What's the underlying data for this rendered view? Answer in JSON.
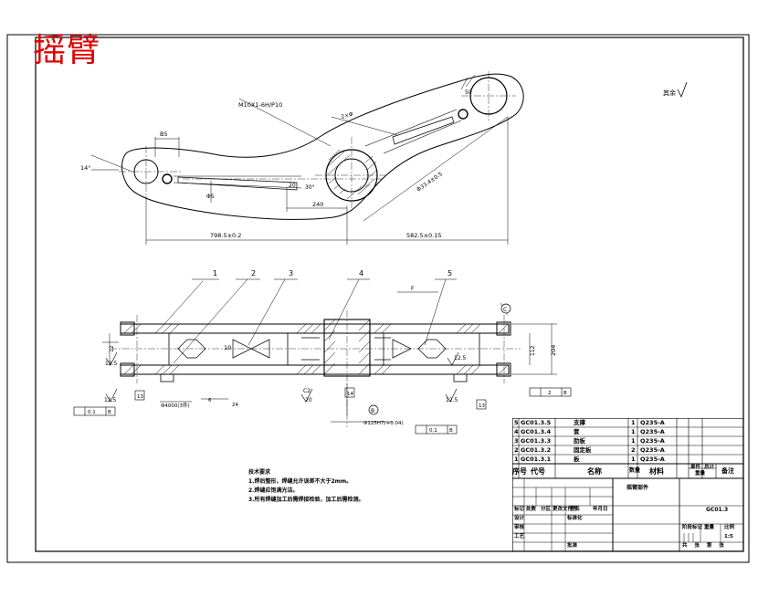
{
  "drawing_title": "摇臂",
  "roughness_symbol": "其余",
  "top_view": {
    "thread_callout": "M10X1-6H/P10",
    "angle_left": "14°",
    "dim_b5": "B5",
    "dim_phi": "Φ5",
    "dim_20": "20",
    "dim_30": "30°",
    "dim_240": "240",
    "dim_left_length": "798.5±0.2",
    "dim_right_length": "582.5±0.15",
    "dim_diag": "Φ33.4±0.5",
    "dim_right_top": "50",
    "dim_slot": "2×Φ"
  },
  "section_view": {
    "balloons": [
      "1",
      "2",
      "3",
      "4",
      "5"
    ],
    "dim_10": "10",
    "dim_12": "12",
    "dim_204": "204",
    "dim_right_inner": "112",
    "roughness_left": "12.5",
    "roughness_right": "12.5",
    "roughness_bl": "12.5",
    "roughness_br": "12.5",
    "roughness_c": "C2",
    "tol_left": "0.1",
    "tol_left_datum": "B",
    "tol_bottom_center": "0.1",
    "tol_bottom_datum": "B",
    "tol_right": "2",
    "tol_right_datum": "B",
    "fit_callout": "Φ125H7(+0.04)",
    "weld_callout": "6",
    "weld_callout2": "24",
    "phi_callout": "Φ4000(3件)",
    "datum_b": "B",
    "datum_c": "C",
    "label_f": "F",
    "dim_13_l": "13",
    "dim_13_r": "13",
    "dim_14": "14",
    "dim_20_c": "20"
  },
  "tech_notes": {
    "heading": "技术要求",
    "lines": [
      "1.焊后整形，焊缝允许误差不大于2mm。",
      "2.焊缝应饱满光洁。",
      "3.所有焊缝加工后需焊接检验，加工后需检测。"
    ]
  },
  "parts_list": {
    "rows": [
      {
        "no": "5",
        "code": "GC01.3.5",
        "name": "支撑",
        "qty": "1",
        "mat": "Q235-A"
      },
      {
        "no": "4",
        "code": "GC01.3.4",
        "name": "套",
        "qty": "1",
        "mat": "Q235-A"
      },
      {
        "no": "3",
        "code": "GC01.3.3",
        "name": "肋板",
        "qty": "1",
        "mat": "Q235-A"
      },
      {
        "no": "2",
        "code": "GC01.3.2",
        "name": "固定板",
        "qty": "2",
        "mat": "Q235-A"
      },
      {
        "no": "1",
        "code": "GC01.3.1",
        "name": "板",
        "qty": "1",
        "mat": "Q235-A"
      }
    ],
    "header": {
      "no": "序号",
      "code": "代号",
      "name": "名称",
      "qty": "数量",
      "mat": "材料",
      "unit_weight": "单件",
      "total_weight": "总计",
      "weight_label": "重量",
      "remark": "备注"
    }
  },
  "title_block": {
    "drawing_name": "摇臂部件",
    "drawing_code": "GC01.3",
    "labels": {
      "mark": "标记",
      "count": "处数",
      "zone": "分区",
      "change_no": "更改文件号",
      "sign": "签名",
      "date": "年月日",
      "design": "设计",
      "standard": "标准化",
      "check": "审核",
      "craft": "工艺",
      "approve": "批准",
      "stage": "阶段标记",
      "weight": "重量",
      "scale": "比例",
      "scale_value": "1:5",
      "sheets": "共  张  第  张"
    }
  }
}
